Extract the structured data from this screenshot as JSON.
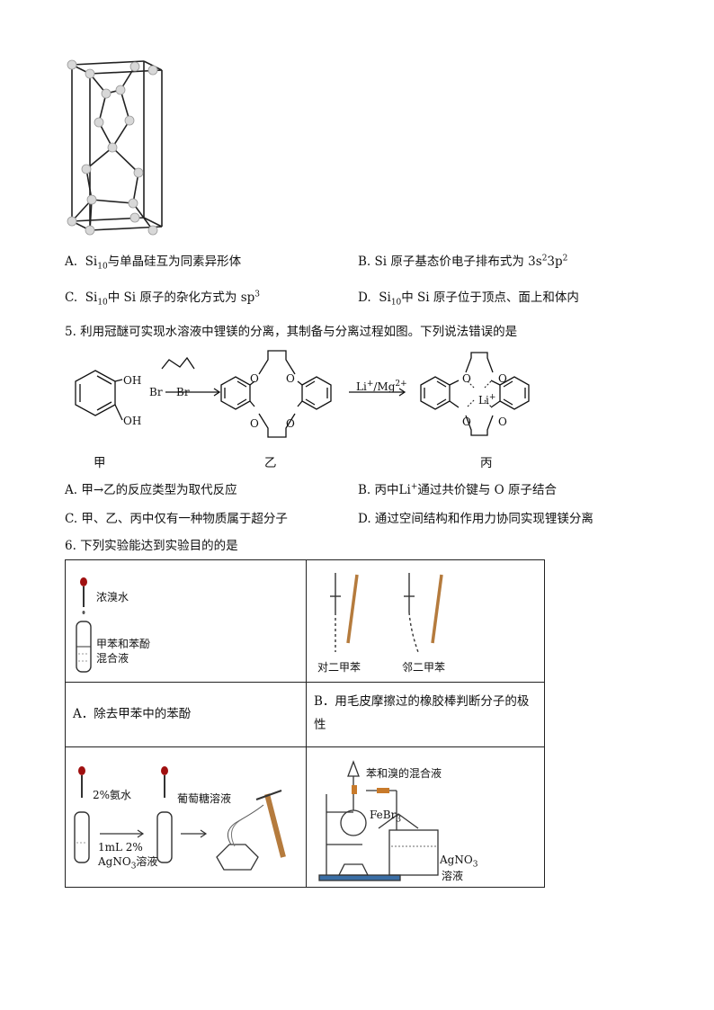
{
  "q4": {
    "optA_pre": "A.",
    "optA_formula": "Si",
    "optA_sub": "10",
    "optA_text": "与单晶硅互为同素异形体",
    "optB_pre": "B.",
    "optB_text": "Si 原子基态价电子排布式为 3s",
    "optB_sup1": "2",
    "optB_mid": "3p",
    "optB_sup2": "2",
    "optC_pre": "C.",
    "optC_formula": "Si",
    "optC_sub": "10",
    "optC_text": "中 Si 原子的杂化方式为 sp",
    "optC_sup": "3",
    "optD_pre": "D.",
    "optD_formula": "Si",
    "optD_sub": "10",
    "optD_text": "中 Si 原子位于顶点、面上和体内"
  },
  "q5": {
    "stem": "5. 利用冠醚可实现水溶液中锂镁的分离，其制备与分离过程如图。下列说法错误的是",
    "reagent1_left": "Br",
    "reagent1_right": "Br",
    "reagent2": "Li",
    "reagent2_sup1": "+",
    "reagent2_mid": "/Mg",
    "reagent2_sup2": "2+",
    "oh1": "OH",
    "oh2": "OH",
    "o_label": "O",
    "li_center": "Li",
    "li_sup": "+",
    "name_jia": "甲",
    "name_yi": "乙",
    "name_bing": "丙",
    "optA": "A.  甲→乙的反应类型为取代反应",
    "optB_pre": "B.  丙中",
    "optB_li": "Li",
    "optB_sup": "+",
    "optB_text": "通过共价键与 O 原子结合",
    "optC": "C.  甲、乙、丙中仅有一种物质属于超分子",
    "optD": "D.  通过空间结构和作用力协同实现锂镁分离"
  },
  "q6": {
    "stem": "6. 下列实验能达到实验目的的是",
    "cellA_label1": "浓溴水",
    "cellA_label2": "甲苯和苯酚",
    "cellA_label3": "混合液",
    "cellB_label1": "对二甲苯",
    "cellB_label2": "邻二甲苯",
    "rowA": "A．除去甲苯中的苯酚",
    "rowB_line1": "B．用毛皮摩擦过的橡胶棒判断分子的极",
    "rowB_line2": "性",
    "cellC_label1": "2%氨水",
    "cellC_label2": "葡萄糖溶液",
    "cellC_label3": "1mL 2%",
    "cellC_label4": "AgNO",
    "cellC_label4_sub": "3",
    "cellC_label4_tail": "溶液",
    "cellD_label1": "苯和溴的混合液",
    "cellD_label2": "FeBr",
    "cellD_label2_sub": "3",
    "cellD_label3": "AgNO",
    "cellD_label3_sub": "3",
    "cellD_label4": "溶液"
  }
}
